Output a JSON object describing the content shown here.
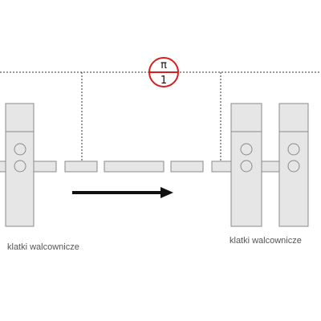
{
  "labels": {
    "stands_left": "klatki walcownicze",
    "stands_right": "klatki walcownicze"
  },
  "symbol": {
    "top": "π",
    "bottom": "1"
  },
  "colors": {
    "stand_fill": "#e6e6e6",
    "stand_stroke": "#8a8a8a",
    "symbol_circle": "#d42020",
    "arrow": "#111111",
    "dashed_line": "#333333",
    "label_text": "#555555"
  },
  "icons": {
    "direction": "arrow-right-icon"
  }
}
